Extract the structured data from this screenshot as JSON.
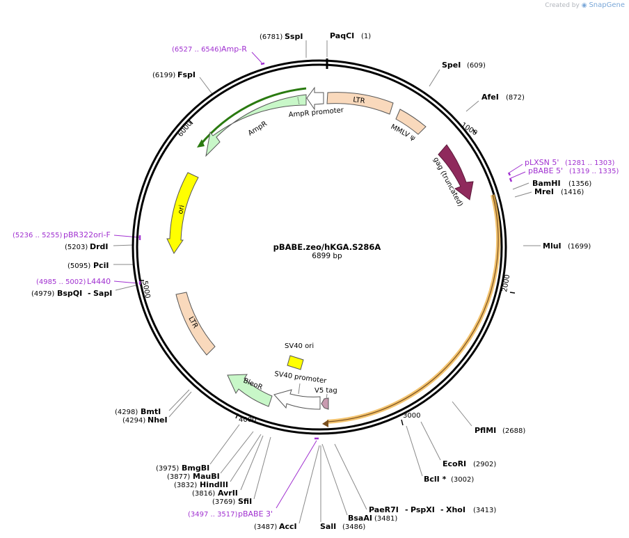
{
  "branding": {
    "created_by": "Created by",
    "app": "SnapGene"
  },
  "plasmid": {
    "name": "pBABE.zeo/hKGA.S286A",
    "length_label": "6899 bp",
    "length": 6899
  },
  "colors": {
    "backbone": "#000000",
    "ltr": "#f9d9bc",
    "gag": "#8f2a5c",
    "orf_outline": "#f0b44a",
    "ampr": "#c8f7c8",
    "ori": "#ffff00",
    "promoter": "#ffffff",
    "bleor": "#c8f7c8",
    "v5tag": "#c89aaf",
    "primer": "#a030d0",
    "enzyme_line": "#888888"
  },
  "ticks": [
    "1000",
    "2000",
    "3000",
    "4000",
    "5000",
    "6000"
  ],
  "enzymes": [
    {
      "name": "PaqCI",
      "pos": "(1)"
    },
    {
      "name": "SpeI",
      "pos": "(609)"
    },
    {
      "name": "AfeI",
      "pos": "(872)"
    },
    {
      "name": "BamHI",
      "pos": "(1356)"
    },
    {
      "name": "MreI",
      "pos": "(1416)"
    },
    {
      "name": "MluI",
      "pos": "(1699)"
    },
    {
      "name": "PflMI",
      "pos": "(2688)"
    },
    {
      "name": "EcoRI",
      "pos": "(2902)"
    },
    {
      "name": "BclI *",
      "pos": "(3002)"
    },
    {
      "name": "XhoI",
      "pos": "(3413)"
    },
    {
      "name": "PspXI",
      "pos": "-"
    },
    {
      "name": "PaeR7I",
      "pos": "-"
    },
    {
      "name": "BsaAI",
      "pos": "(3481)"
    },
    {
      "name": "SalI",
      "pos": "(3486)"
    },
    {
      "name": "AccI",
      "pos": "(3487)"
    },
    {
      "name": "SfiI",
      "pos": "(3769)"
    },
    {
      "name": "AvrII",
      "pos": "(3816)"
    },
    {
      "name": "HindIII",
      "pos": "(3832)"
    },
    {
      "name": "MauBI",
      "pos": "(3877)"
    },
    {
      "name": "BmgBI",
      "pos": "(3975)"
    },
    {
      "name": "NheI",
      "pos": "(4294)"
    },
    {
      "name": "BmtI",
      "pos": "(4298)"
    },
    {
      "name": "SapI",
      "pos": "-"
    },
    {
      "name": "BspQI",
      "pos": "(4979)"
    },
    {
      "name": "PciI",
      "pos": "(5095)"
    },
    {
      "name": "DrdI",
      "pos": "(5203)"
    },
    {
      "name": "FspI",
      "pos": "(6199)"
    },
    {
      "name": "SspI",
      "pos": "(6781)"
    }
  ],
  "primers": [
    {
      "name": "Amp-R",
      "pos": "(6527 .. 6546)"
    },
    {
      "name": "pLXSN 5'",
      "pos": "(1281 .. 1303)"
    },
    {
      "name": "pBABE 5'",
      "pos": "(1319 .. 1335)"
    },
    {
      "name": "pBABE 3'",
      "pos": "(3497 .. 3517)"
    },
    {
      "name": "L4440",
      "pos": "(4985 .. 5002)"
    },
    {
      "name": "pBR322ori-F",
      "pos": "(5236 .. 5255)"
    }
  ],
  "features": [
    {
      "name": "LTR"
    },
    {
      "name": "MMLV ψ"
    },
    {
      "name": "gag (truncated)"
    },
    {
      "name": "AmpR promoter"
    },
    {
      "name": "AmpR"
    },
    {
      "name": "ori"
    },
    {
      "name": "LTR"
    },
    {
      "name": "SV40 ori"
    },
    {
      "name": "SV40 promoter"
    },
    {
      "name": "V5 tag"
    },
    {
      "name": "BleoR"
    }
  ]
}
